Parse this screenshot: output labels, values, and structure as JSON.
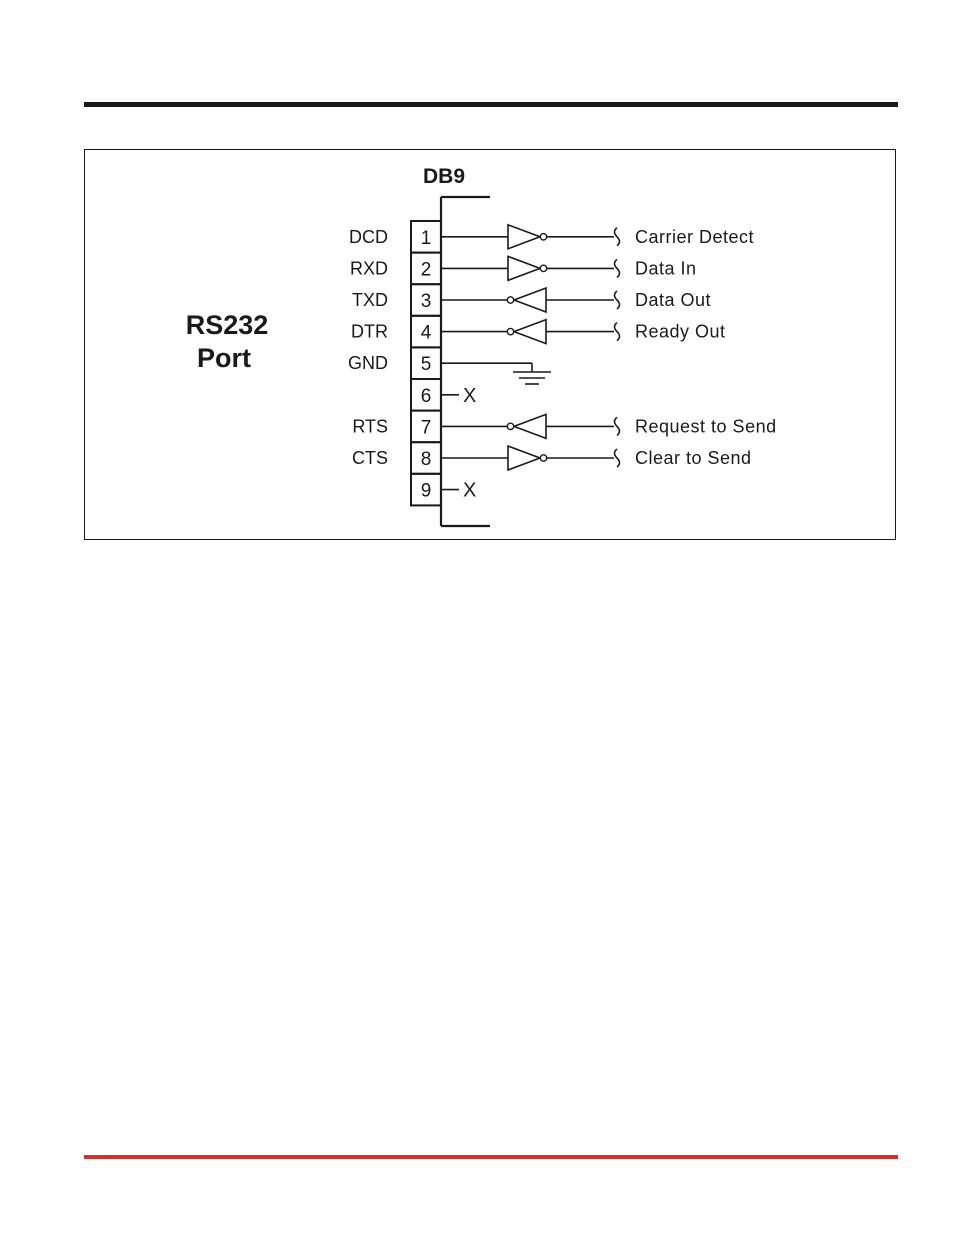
{
  "diagram": {
    "port_title_line1": "RS232",
    "port_title_line2": "Port",
    "connector_title": "DB9",
    "pins": [
      {
        "num": "1",
        "signal": "DCD",
        "gate": "in",
        "desc": "Carrier  Detect"
      },
      {
        "num": "2",
        "signal": "RXD",
        "gate": "in",
        "desc": "Data  In"
      },
      {
        "num": "3",
        "signal": "TXD",
        "gate": "out",
        "desc": "Data  Out"
      },
      {
        "num": "4",
        "signal": "DTR",
        "gate": "out",
        "desc": "Ready  Out"
      },
      {
        "num": "5",
        "signal": "GND",
        "gate": "ground",
        "desc": ""
      },
      {
        "num": "6",
        "signal": "",
        "gate": "nc",
        "desc": ""
      },
      {
        "num": "7",
        "signal": "RTS",
        "gate": "out",
        "desc": "Request  to  Send"
      },
      {
        "num": "8",
        "signal": "CTS",
        "gate": "in",
        "desc": "Clear  to  Send"
      },
      {
        "num": "9",
        "signal": "",
        "gate": "nc",
        "desc": ""
      }
    ],
    "nc_mark": "X"
  },
  "colors": {
    "ink": "#1a1a1a",
    "accent_rule": "#d4302e"
  }
}
